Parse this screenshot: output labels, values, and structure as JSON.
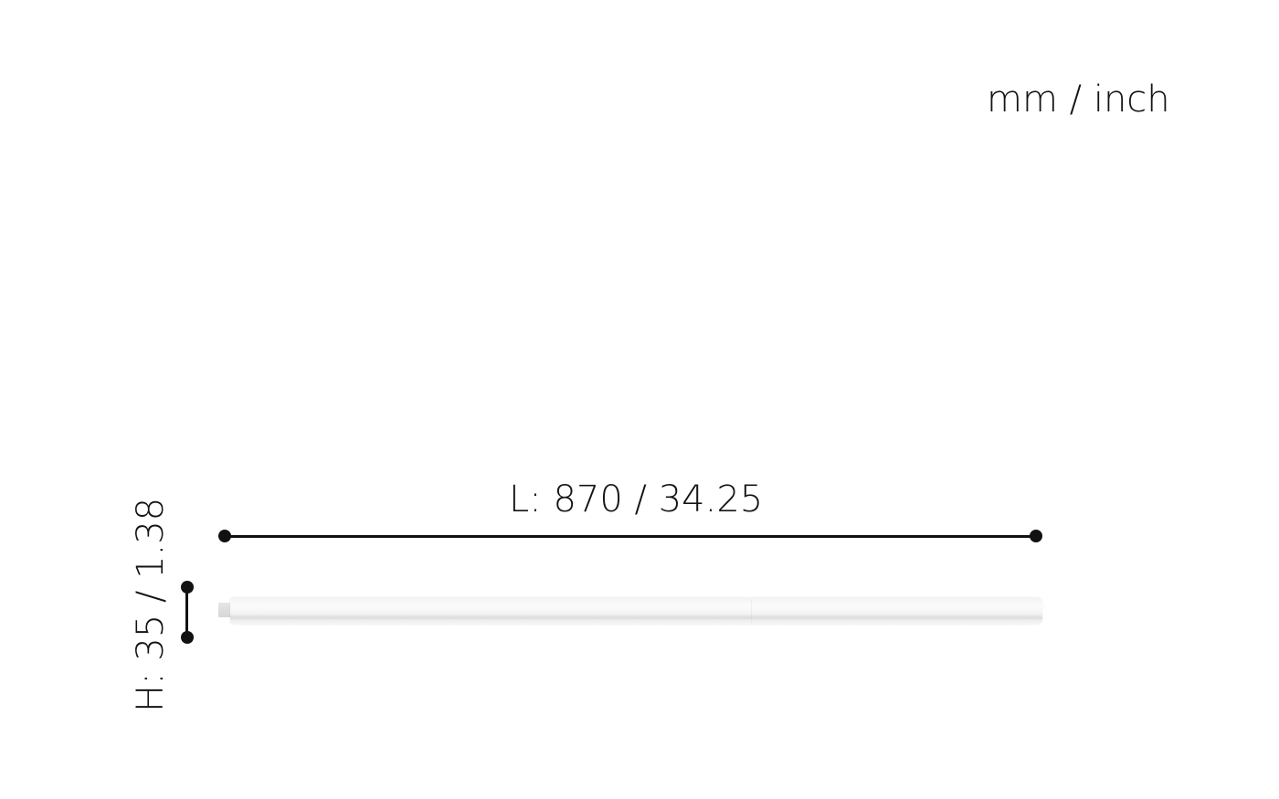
{
  "units": "mm / inch",
  "dimensions": {
    "length_label": "L: 870 / 34.25",
    "height_label": "H: 35 / 1.38",
    "length_mm": 870,
    "length_inch": 34.25,
    "height_mm": 35,
    "height_inch": 1.38
  },
  "product": {
    "type": "linear-light-bar",
    "color": "#f4f4f4"
  },
  "colors": {
    "background": "#ffffff",
    "dimension_line": "#111111",
    "text": "#141414"
  }
}
